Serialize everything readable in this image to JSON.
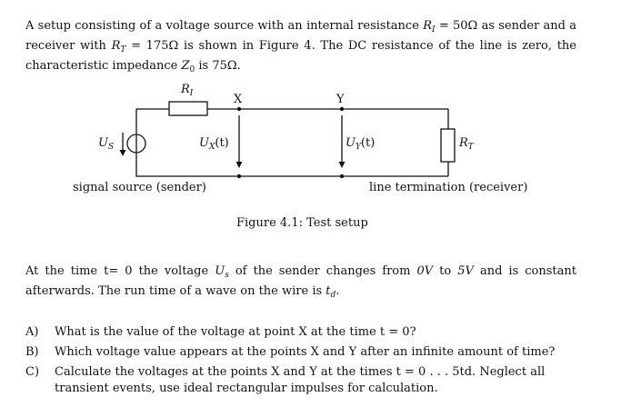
{
  "intro": {
    "p1": "A setup consisting of a voltage source with an internal resistance ",
    "ri_eq": " = 50Ω",
    "p2": " as sender and a receiver with ",
    "rt_eq": " = 175Ω",
    "p3": " is shown in Figure 4. The DC resistance of the line is zero, the characteristic impedance ",
    "z0_eq": " is 75Ω."
  },
  "figure": {
    "ri_label": "R",
    "ri_sub": "I",
    "x_label": "X",
    "y_label": "Y",
    "us_label": "U",
    "us_sub": "S",
    "ux_label": "U",
    "ux_sub": "X",
    "ux_arg": "(t)",
    "uy_label": "U",
    "uy_sub": "Y",
    "uy_arg": "(t)",
    "rt_label": "R",
    "rt_sub": "T",
    "sender_caption": "signal source (sender)",
    "receiver_caption": "line termination (receiver)",
    "caption": "Figure 4.1: Test setup"
  },
  "time_para": {
    "p1": "At the time t= 0 the voltage ",
    "us": "U",
    "us_sub": "s",
    "p2": " of the sender changes from ",
    "v0": "0V",
    "p3": " to ",
    "v5": "5V",
    "p4": " and is constant afterwards. The run time of a wave on the wire is ",
    "td": "t",
    "td_sub": "d",
    "p5": "."
  },
  "questions": [
    {
      "label": "A)",
      "text": "What is the value of the voltage at point X at the time t = 0?"
    },
    {
      "label": "B)",
      "text": "Which voltage value appears at the points X and Y after an infinite amount of time?"
    },
    {
      "label": "C)",
      "text": "Calculate the voltages at the points X and Y at the times t = 0 . . . 5td. Neglect all transient events, use ideal rectangular impulses for calculation."
    }
  ]
}
